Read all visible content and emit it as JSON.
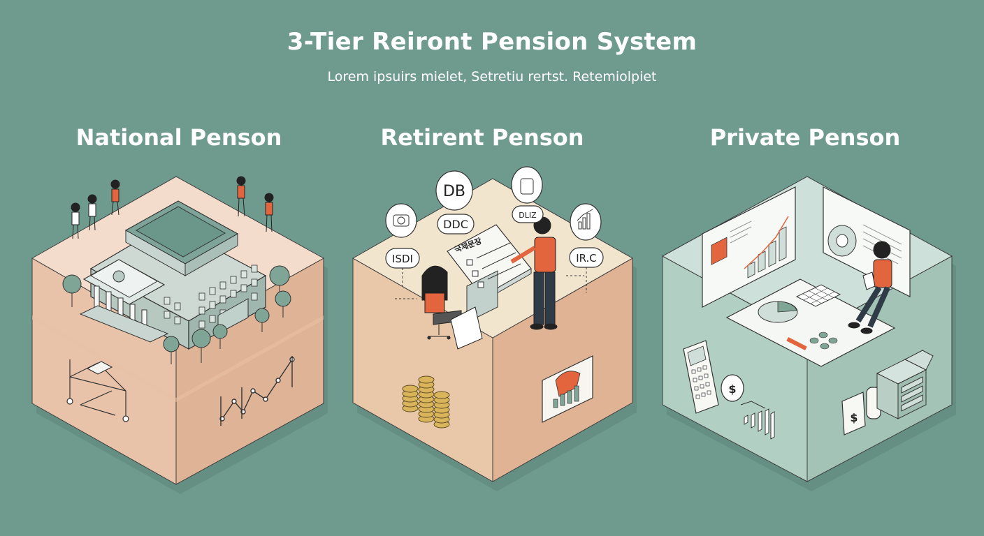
{
  "header": {
    "title": "3-Tier Reiront Pension System",
    "subtitle": "Lorem ipsuirs mielet, Setretiu rertst. Retemiolpiet"
  },
  "tiers": [
    {
      "label": "National Penson"
    },
    {
      "label": "Retirent Penson"
    },
    {
      "label": "Private Penson"
    }
  ],
  "retirement_tags": [
    "DB",
    "DDC",
    "ISDI",
    "IR.C",
    "DLIZ"
  ],
  "document_text": "국제문장",
  "colors": {
    "background": "#6f9a8e",
    "national_top": "#f2dccb",
    "national_side": "#e5bba2",
    "retirement_top": "#f1e4cd",
    "retirement_side": "#e3bd9e",
    "private_top": "#c9ddd6",
    "private_side": "#a9c8bc",
    "accent": "#e2653e"
  }
}
